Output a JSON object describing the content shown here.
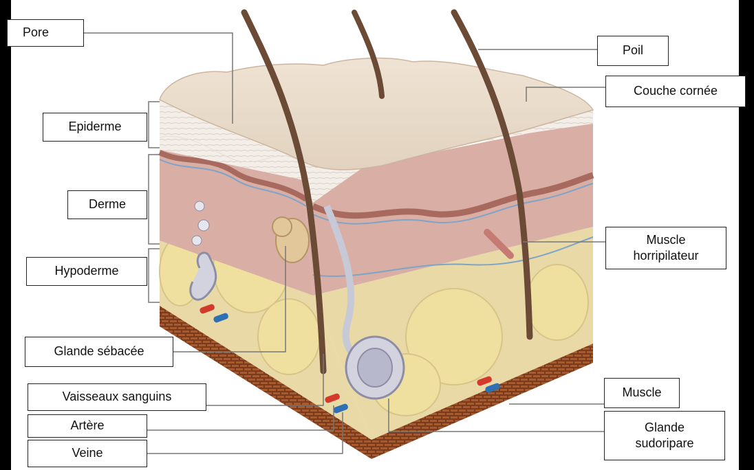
{
  "labels": {
    "pore": "Pore",
    "epiderme": "Epiderme",
    "derme": "Derme",
    "hypoderme": "Hypoderme",
    "glande_sebacee": "Glande sébacée",
    "vaisseaux": "Vaisseaux sanguins",
    "artere": "Artère",
    "veine": "Veine",
    "poil": "Poil",
    "couche_cornee": "Couche cornée",
    "muscle_horripilateur_1": "Muscle",
    "muscle_horripilateur_2": "horripilateur",
    "muscle": "Muscle",
    "glande_sudoripare_1": "Glande",
    "glande_sudoripare_2": "sudoripare"
  },
  "colors": {
    "frame": "#000000",
    "stratum_corneum": "#eadccb",
    "epidermis": "#f3ece6",
    "dermis": "#d9aea4",
    "dermis_band": "#a86a5e",
    "hypodermis": "#e8d9a6",
    "fat_lobule": "#f0e0a0",
    "muscle_layer": "#7a3b1c",
    "hair": "#6b4a36",
    "artery": "#d23a2c",
    "vein": "#2f6fb4",
    "leader_line": "#777777"
  }
}
